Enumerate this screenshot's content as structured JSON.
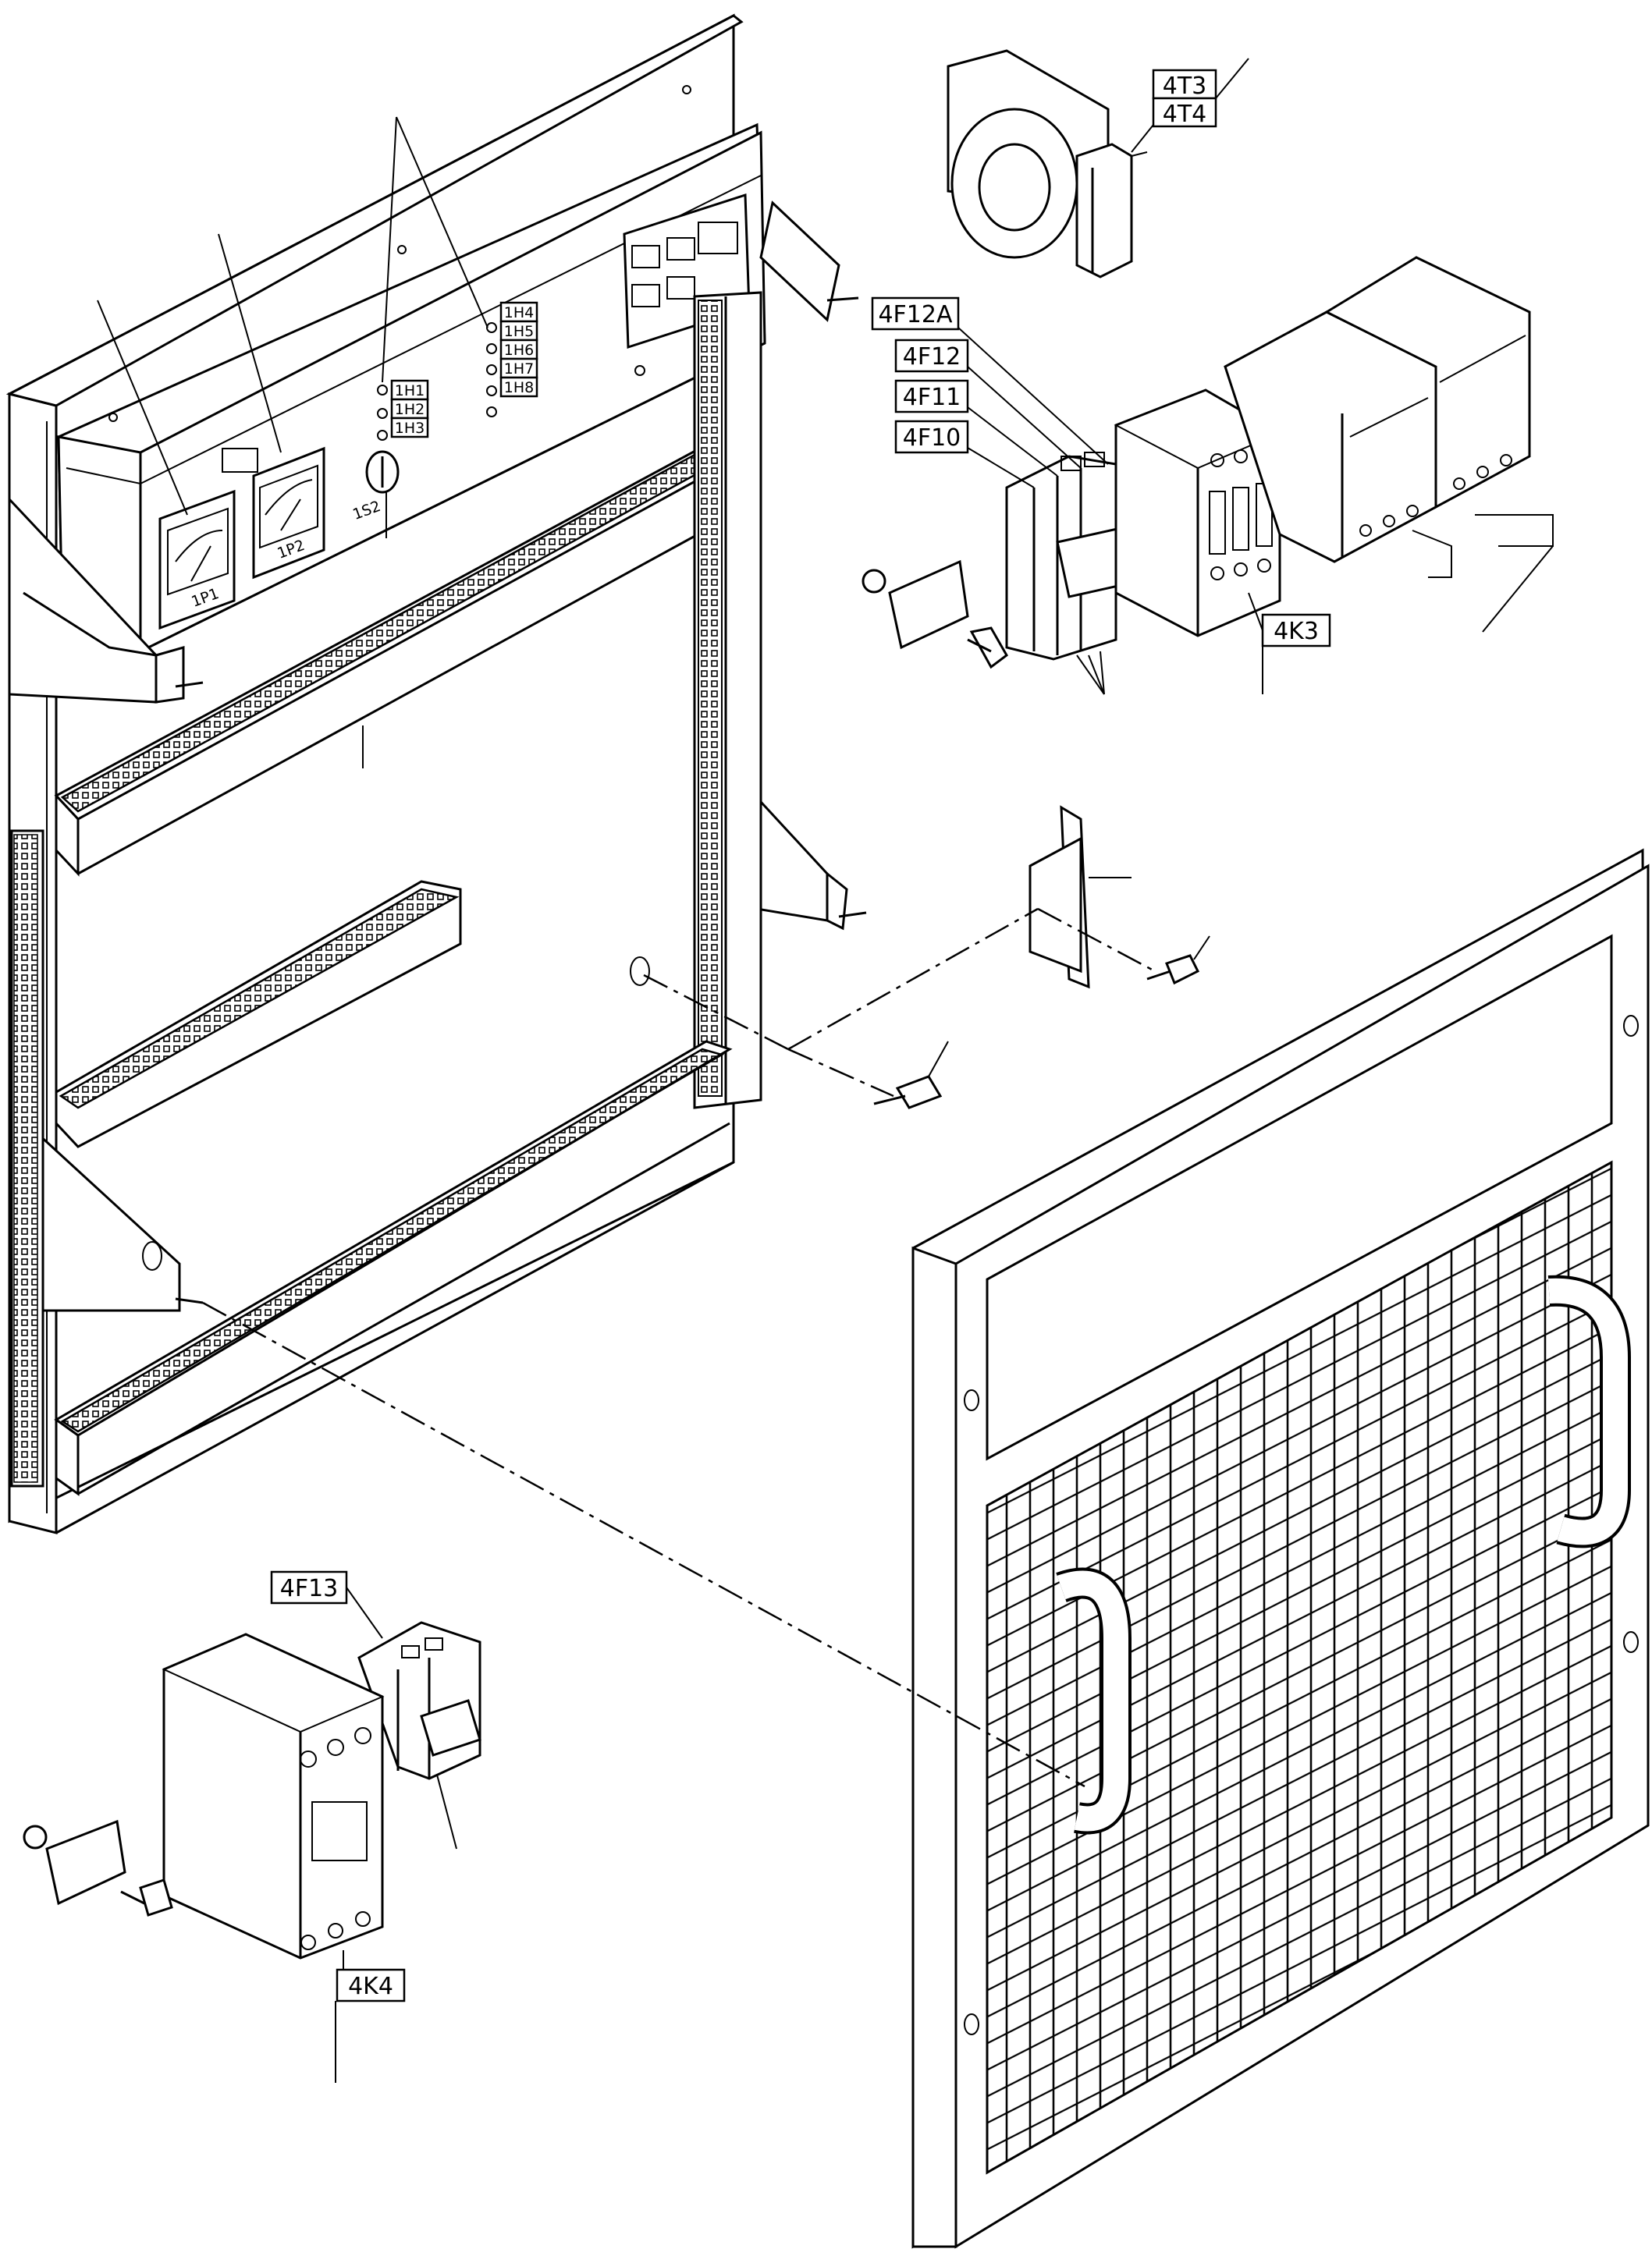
{
  "labels": {
    "t3": "4T3",
    "t4": "4T4",
    "f12a": "4F12A",
    "f12": "4F12",
    "f11": "4F11",
    "f10": "4F10",
    "k3": "4K3",
    "f13": "4F13",
    "k4": "4K4",
    "h1": "1H1",
    "h2": "1H2",
    "h3": "1H3",
    "h4": "1H4",
    "h5": "1H5",
    "h6": "1H6",
    "h7": "1H7",
    "h8": "1H8",
    "p1": "1P1",
    "p2": "1P2",
    "s2": "1S2"
  }
}
